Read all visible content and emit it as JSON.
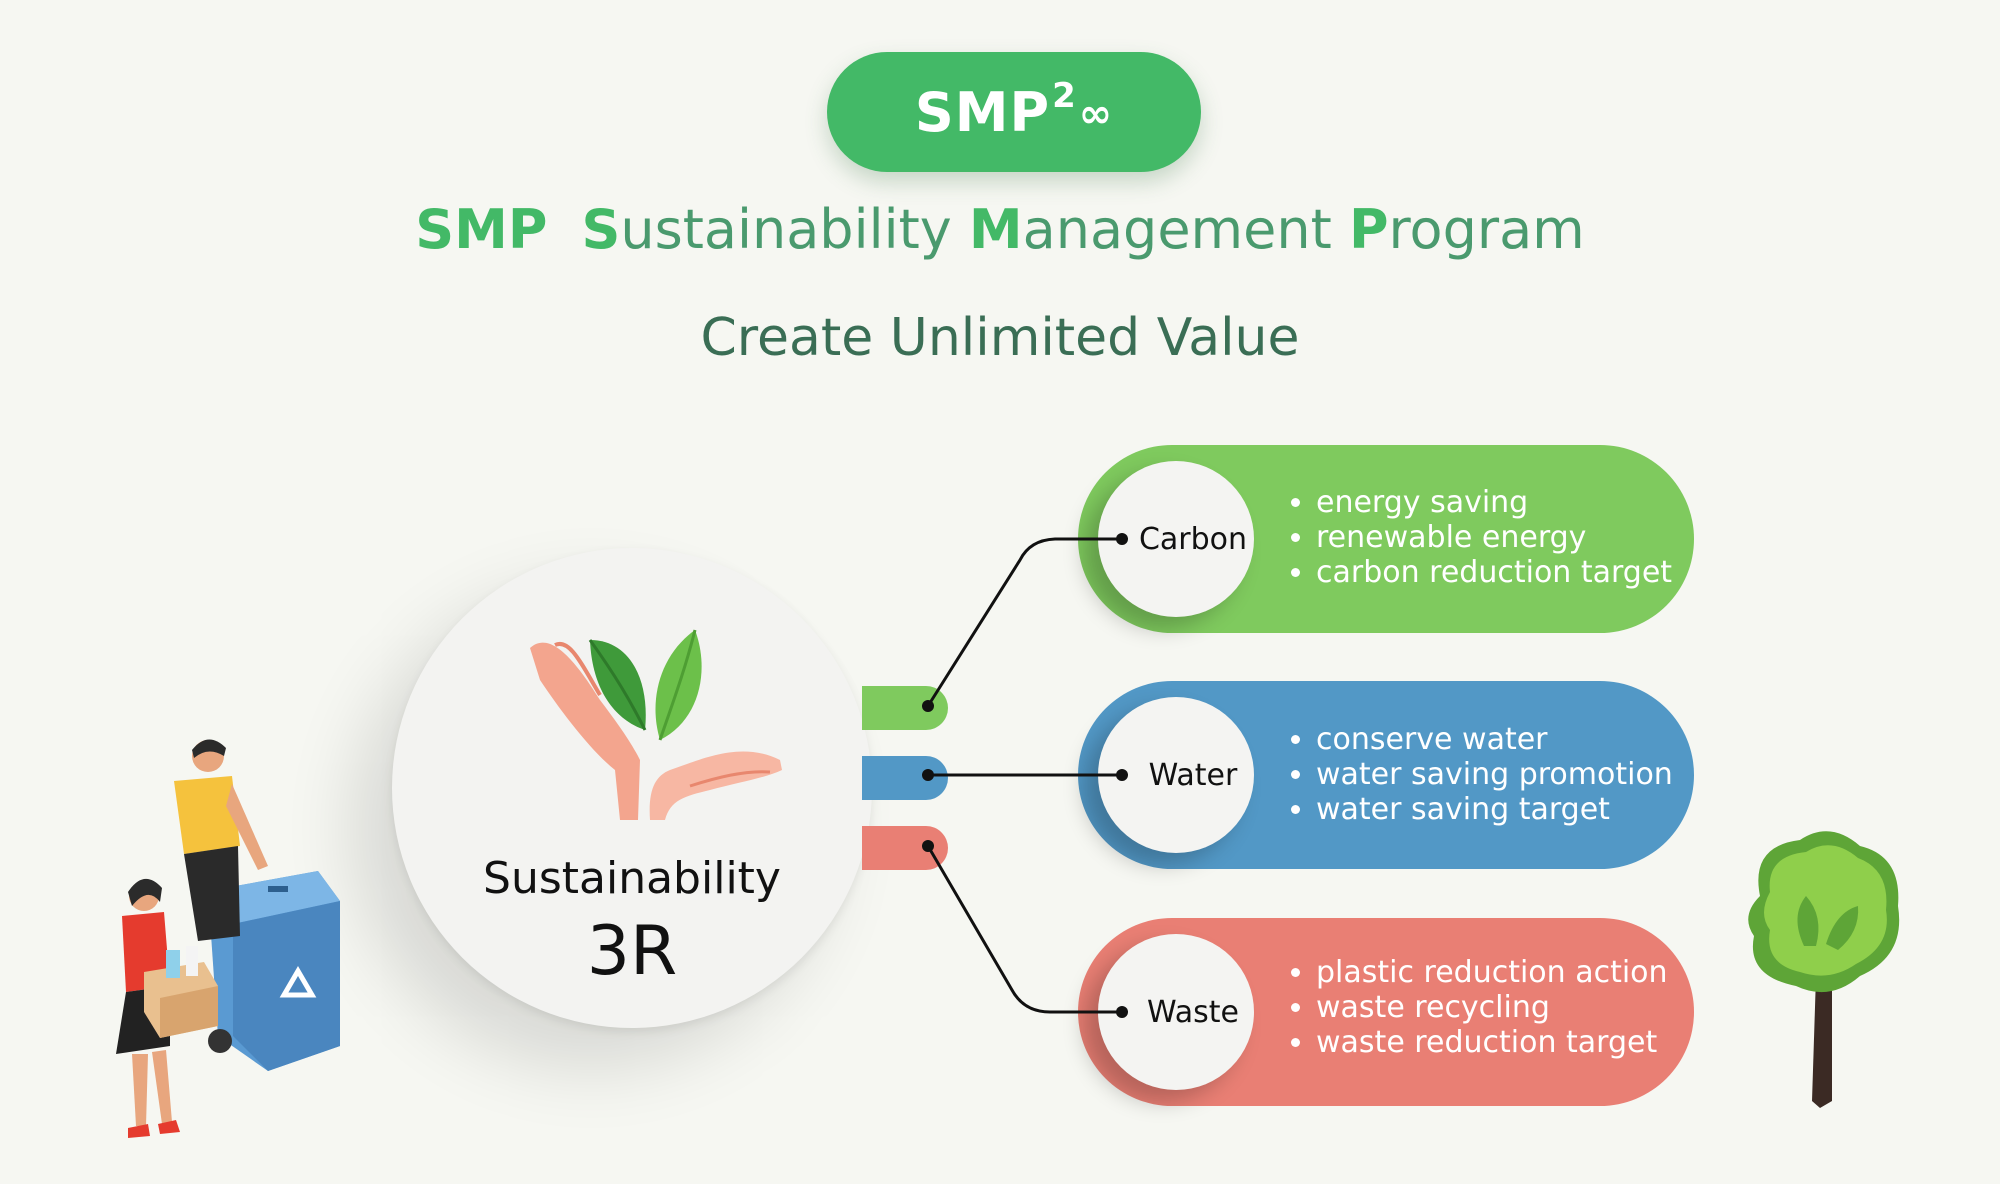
{
  "logo": {
    "text": "SMP",
    "superscript": "2",
    "symbol": "∞"
  },
  "heading": {
    "acronym": "SMP",
    "words": [
      {
        "initial": "S",
        "rest": "ustainability"
      },
      {
        "initial": "M",
        "rest": "anagement"
      },
      {
        "initial": "P",
        "rest": "rogram"
      }
    ]
  },
  "tagline": "Create Unlimited Value",
  "hub": {
    "label": "Sustainability",
    "sub": "3R"
  },
  "branches": [
    {
      "name": "Carbon",
      "items": [
        "energy saving",
        "renewable energy",
        "carbon reduction target"
      ]
    },
    {
      "name": "Water",
      "items": [
        "conserve water",
        "water saving promotion",
        "water saving target"
      ]
    },
    {
      "name": "Waste",
      "items": [
        "plastic reduction action",
        "waste recycling",
        "waste reduction target"
      ]
    }
  ],
  "colors": {
    "brand_green": "#43b967",
    "carbon": "#7fca5e",
    "water": "#5298c6",
    "waste": "#e97f74",
    "tagline": "#3a6e55"
  },
  "icons": [
    "hands-leaf-icon",
    "recycling-people-icon",
    "tree-icon"
  ]
}
